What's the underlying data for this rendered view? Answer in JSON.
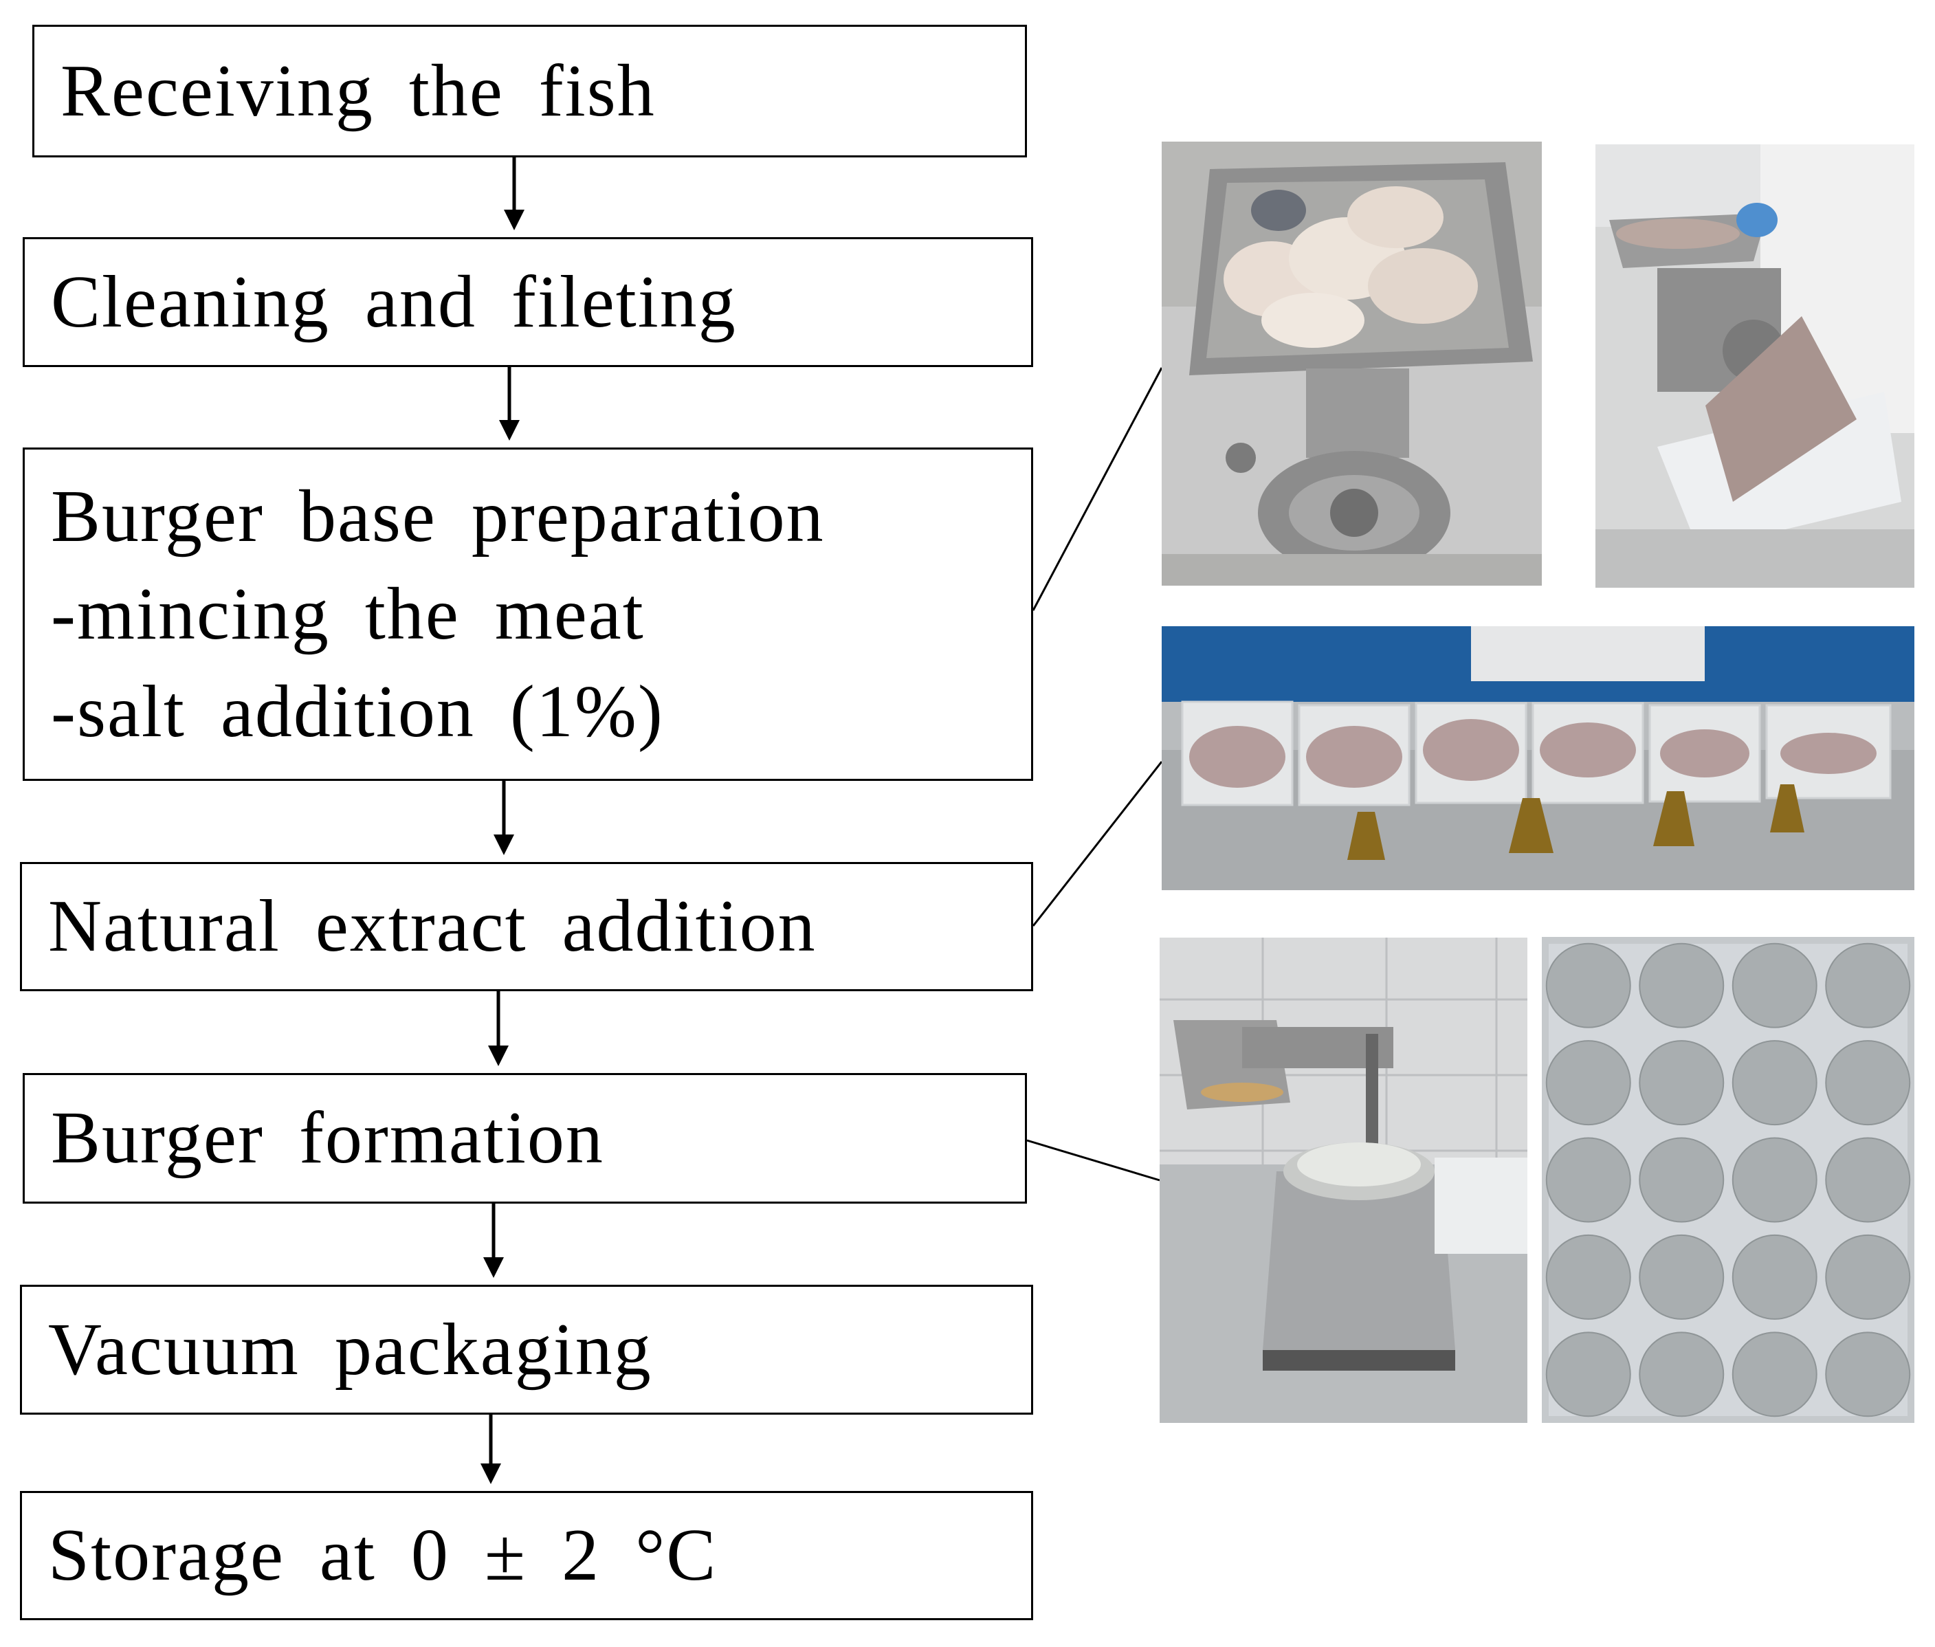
{
  "steps": [
    {
      "lines": [
        "Receiving the fish"
      ]
    },
    {
      "lines": [
        "Cleaning and fileting"
      ]
    },
    {
      "lines": [
        "Burger base preparation",
        "-mincing the meat",
        "-salt addition (1%)"
      ]
    },
    {
      "lines": [
        "Natural extract addition"
      ]
    },
    {
      "lines": [
        "Burger formation"
      ]
    },
    {
      "lines": [
        "Vacuum packaging"
      ]
    },
    {
      "lines": [
        "Storage  at 0 ± 2 °C"
      ]
    }
  ],
  "photos": [
    {
      "name": "meat-grinder-fillets-photo",
      "depicts": "meat grinder with fish fillets in tray"
    },
    {
      "name": "mincing-in-progress-photo",
      "depicts": "gloved hands mincing fish into plastic container"
    },
    {
      "name": "minced-samples-with-extracts-photo",
      "depicts": "containers of minced fish with flasks of natural extract"
    },
    {
      "name": "burger-press-photo",
      "depicts": "burger press forming a patty"
    },
    {
      "name": "formed-burgers-tray-photo",
      "depicts": "tray of 20 formed fish burgers"
    }
  ]
}
